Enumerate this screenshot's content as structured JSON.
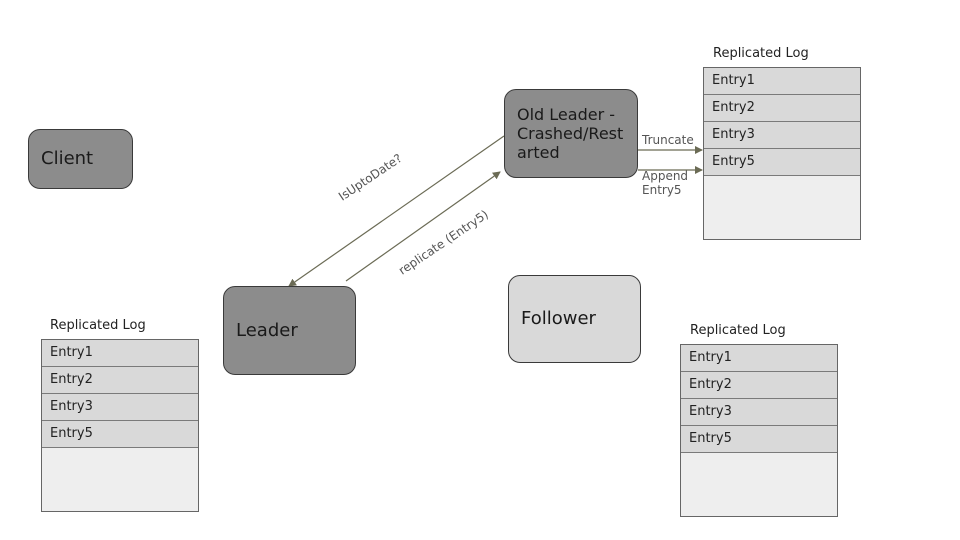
{
  "nodes": {
    "client": "Client",
    "old_leader": "Old Leader -\nCrashed/Rest\narted",
    "leader": "Leader",
    "follower": "Follower"
  },
  "logs": {
    "old_leader_log": {
      "title": "Replicated Log",
      "entries": [
        "Entry1",
        "Entry2",
        "Entry3",
        "Entry5"
      ]
    },
    "leader_log": {
      "title": "Replicated Log",
      "entries": [
        "Entry1",
        "Entry2",
        "Entry3",
        "Entry5"
      ]
    },
    "follower_log": {
      "title": "Replicated Log",
      "entries": [
        "Entry1",
        "Entry2",
        "Entry3",
        "Entry5"
      ]
    }
  },
  "edges": {
    "is_up_to_date": "IsUptoDate?",
    "replicate": "replicate (Entry5)",
    "truncate": "Truncate",
    "append": "Append\nEntry5"
  },
  "colors": {
    "dark_node": "#8c8c8c",
    "light_node": "#d9d9d9",
    "log_row": "#d9d9d9",
    "log_empty": "#eeeeee",
    "arrow": "#6b6b55"
  }
}
